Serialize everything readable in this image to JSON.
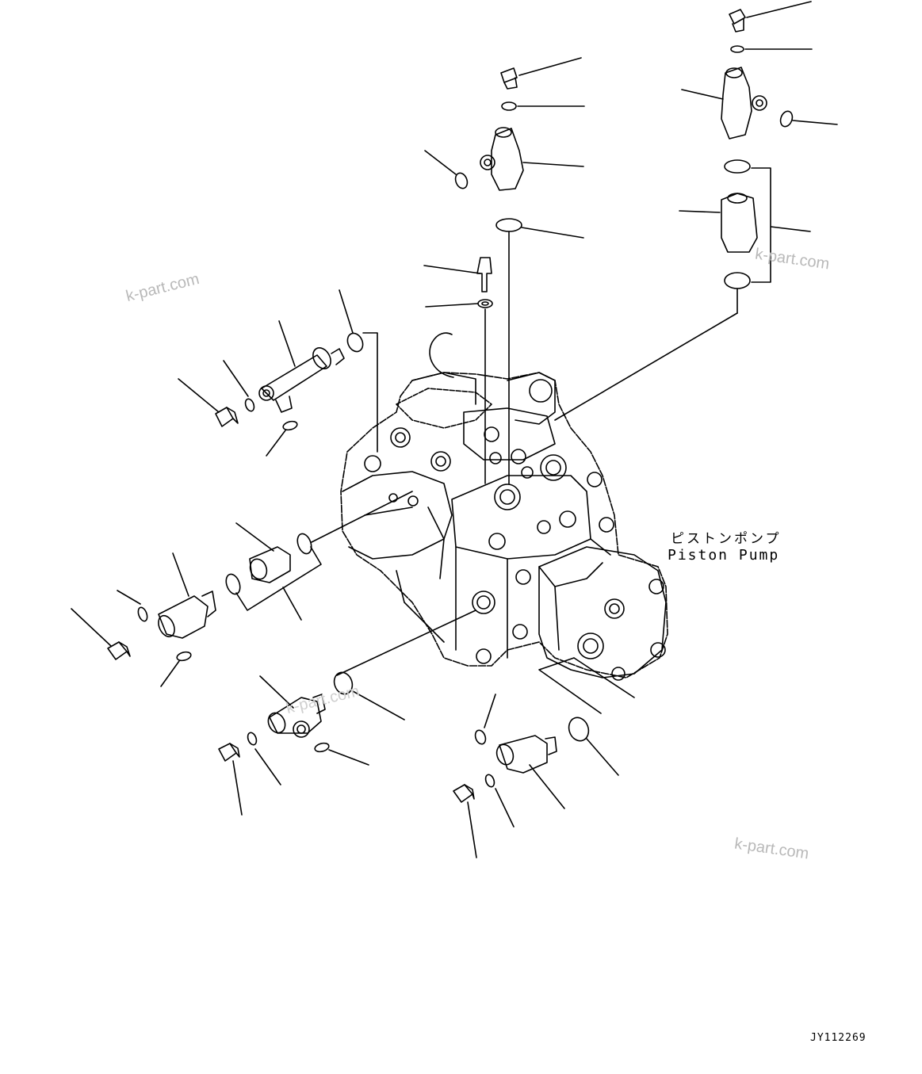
{
  "labels": {
    "pump_japanese": "ピストンポンプ",
    "pump_english": "Piston Pump",
    "drawing_code": "JY112269"
  },
  "watermarks": [
    "k-part.com",
    "k-part.com",
    "k-part.com",
    "k-part.com"
  ],
  "colors": {
    "line": "#000000",
    "background": "#ffffff",
    "watermark": "#b9b9b9"
  }
}
